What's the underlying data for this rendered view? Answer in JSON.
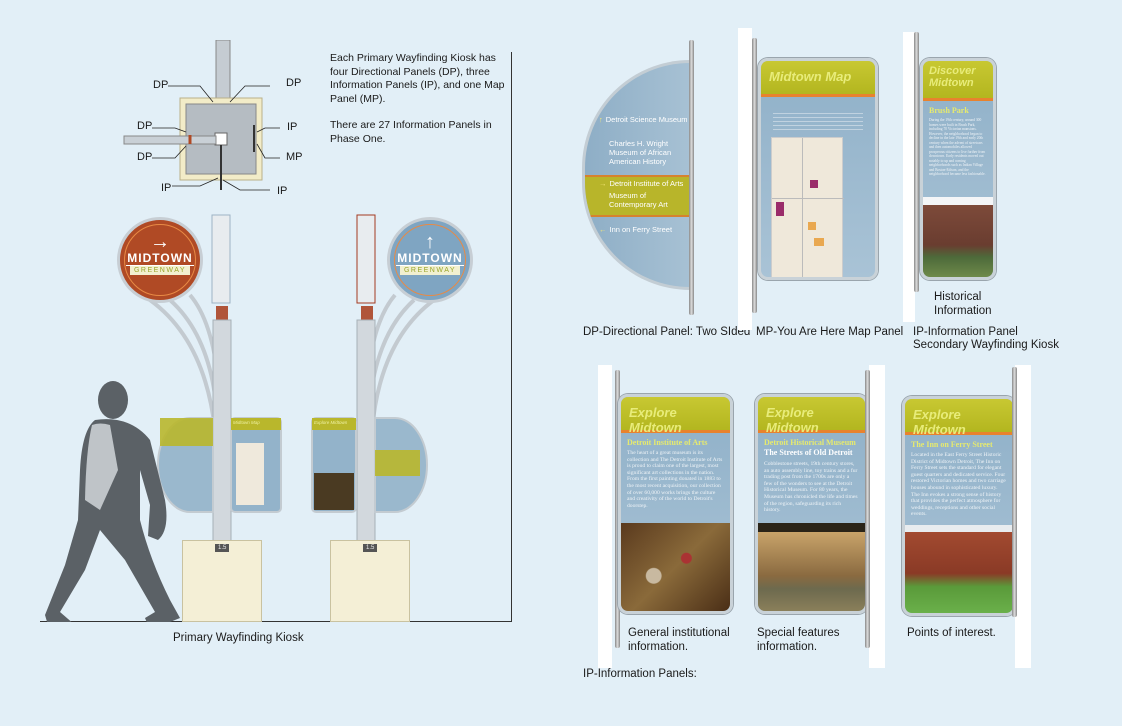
{
  "plan": {
    "labels": [
      "DP",
      "DP",
      "DP",
      "IP",
      "DP",
      "MP",
      "IP",
      "IP"
    ],
    "description_1": "Each Primary Wayfinding Kiosk has four Directional Panels (DP), three Information Panels (IP), and one Map Panel (MP).",
    "description_2": "There are 27 Information Panels in Phase One."
  },
  "kiosk": {
    "sign_left": {
      "title": "MIDTOWN",
      "subtitle": "GREENWAY",
      "arrow": "→",
      "color": "#b04a25"
    },
    "sign_right": {
      "title": "MIDTOWN",
      "subtitle": "GREENWAY",
      "arrow": "↑",
      "color": "#7fa5c2"
    },
    "mini_map_title": "Midtown Map",
    "mini_explore_title": "Explore Midtown",
    "base_number": "1.5",
    "caption": "Primary Wayfinding Kiosk"
  },
  "directional_panel": {
    "items": [
      {
        "arrow": "↑",
        "text": "Detroit Science Museum"
      },
      {
        "arrow": "",
        "text": "Charles H. Wright Museum of African American History"
      },
      {
        "arrow": "→",
        "text": "Detroit Institute of Arts"
      },
      {
        "arrow": "",
        "text": "Museum of Contemporary Art"
      },
      {
        "arrow": "←",
        "text": "Inn on Ferry Street"
      }
    ],
    "caption": "DP-Directional Panel: Two SIded"
  },
  "map_panel": {
    "title": "Midtown Map",
    "caption": "MP-You Are Here Map Panel"
  },
  "discover_panel": {
    "title": "Discover Midtown",
    "subtitle": "Brush Park",
    "body": "During the 19th century, around 300 homes were built in Brush Park, including 70 Victorian mansions. However, the neighborhood began to decline in the late 19th and early 20th century when the advent of streetcars and then automobiles allowed prosperous citizens to live further from downtown. Early residents moved out notably to up and coming neighborhoods such as Indian Village and Boston-Edison, and the neighborhood became less fashionable.",
    "side_caption": "Historical Information",
    "caption_1": "IP-Information Panel",
    "caption_2": "Secondary Wayfinding Kiosk"
  },
  "info_panels": [
    {
      "title": "Explore Midtown",
      "subtitle": "Detroit Institute of Arts",
      "subtitle2": "",
      "body": "The heart of a great museum is its collection and The Detroit Institute of Arts is proud to claim one of the largest, most significant art collections in the nation. From the first painting donated in 1883 to the most recent acquisition, our collection of over 60,000 works brings the culture and creativity of the world to Detroit's doorstep.",
      "caption": "General institutional information."
    },
    {
      "title": "Explore Midtown",
      "subtitle": "Detroit Historical Museum",
      "subtitle2": "The Streets of Old Detroit",
      "body": "Cobblestone streets, 19th century stores, an auto assembly line, toy trains and a fur trading post from the 1700s are only a few of the wonders to see at the Detroit Historical Museum. For 80 years, the Museum has chronicled the life and times of the region, safeguarding its rich history.",
      "caption": "Special features information."
    },
    {
      "title": "Explore Midtown",
      "subtitle": "The Inn on Ferry Street",
      "subtitle2": "",
      "body": "Located in the East Ferry Street Historic District of Midtown Detroit, The Inn on Ferry Street sets the standard for elegant guest quarters and dedicated service. Four restored Victorian homes and two carriage houses abound in sophisticated luxury. The Inn evokes a strong sense of history that provides the perfect atmosphere for weddings, receptions and other social events.",
      "caption": "Points of interest."
    }
  ],
  "info_panels_caption": "IP-Information Panels:",
  "colors": {
    "background": "#e2eff7",
    "panel_blue": "#8fb0c8",
    "header_olive": "#b8b52a",
    "accent_orange": "#e8822e"
  }
}
